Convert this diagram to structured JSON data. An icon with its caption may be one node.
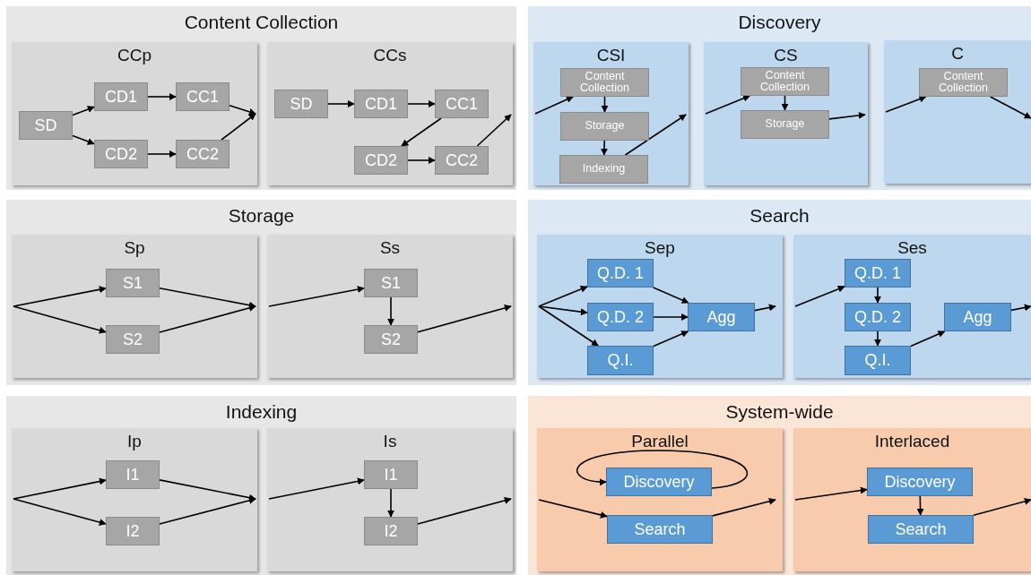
{
  "diagram": {
    "nodes": [
      {
        "text": [
          "Content Collection"
        ]
      },
      {
        "text": [
          "CCp"
        ],
        "in": 0
      },
      {
        "text": [
          "SD"
        ],
        "in": 1
      },
      {
        "text": [
          "CD1"
        ],
        "in": 1
      },
      {
        "text": [
          "CC1"
        ],
        "in": 1
      },
      {
        "text": [
          "CD2"
        ],
        "in": 1
      },
      {
        "text": [
          "CC2"
        ],
        "in": 1
      },
      {
        "text": [
          "CCs"
        ],
        "in": 0
      },
      {
        "text": [
          "SD"
        ],
        "in": 7
      },
      {
        "text": [
          "CD1"
        ],
        "in": 7
      },
      {
        "text": [
          "CC1"
        ],
        "in": 7
      },
      {
        "text": [
          "CD2"
        ],
        "in": 7
      },
      {
        "text": [
          "CC2"
        ],
        "in": 7
      },
      {
        "text": [
          "Discovery"
        ]
      },
      {
        "text": [
          "CSI"
        ],
        "in": 13
      },
      {
        "text": [
          "Content Collection"
        ],
        "in": 14
      },
      {
        "text": [
          "Storage"
        ],
        "in": 14
      },
      {
        "text": [
          "Indexing"
        ],
        "in": 14
      },
      {
        "text": [
          "CS"
        ],
        "in": 13
      },
      {
        "text": [
          "Content Collection"
        ],
        "in": 18
      },
      {
        "text": [
          "Storage"
        ],
        "in": 18
      },
      {
        "text": [
          "C"
        ],
        "in": 13
      },
      {
        "text": [
          "Content Collection"
        ],
        "in": 21
      },
      {
        "text": [
          "Storage"
        ]
      },
      {
        "text": [
          "Sp"
        ],
        "in": 23
      },
      {
        "text": [
          "S1"
        ],
        "in": 24
      },
      {
        "text": [
          "S2"
        ],
        "in": 24
      },
      {
        "text": [
          "Ss"
        ],
        "in": 23
      },
      {
        "text": [
          "S1"
        ],
        "in": 27
      },
      {
        "text": [
          "S2"
        ],
        "in": 27
      },
      {
        "text": [
          "Search"
        ]
      },
      {
        "text": [
          "Sep"
        ],
        "in": 30
      },
      {
        "text": [
          "Q.D. 1"
        ],
        "in": 31
      },
      {
        "text": [
          "Q.D. 2"
        ],
        "in": 31
      },
      {
        "text": [
          "Q.I."
        ],
        "in": 31
      },
      {
        "text": [
          "Agg"
        ],
        "in": 31
      },
      {
        "text": [
          "Ses"
        ],
        "in": 30
      },
      {
        "text": [
          "Q.D. 1"
        ],
        "in": 36
      },
      {
        "text": [
          "Q.D. 2"
        ],
        "in": 36
      },
      {
        "text": [
          "Q.I."
        ],
        "in": 36
      },
      {
        "text": [
          "Agg"
        ],
        "in": 36
      },
      {
        "text": [
          "Indexing"
        ]
      },
      {
        "text": [
          "Ip"
        ],
        "in": 41
      },
      {
        "text": [
          "I1"
        ],
        "in": 42
      },
      {
        "text": [
          "I2"
        ],
        "in": 42
      },
      {
        "text": [
          "Is"
        ],
        "in": 41
      },
      {
        "text": [
          "I1"
        ],
        "in": 45
      },
      {
        "text": [
          "I2"
        ],
        "in": 45
      },
      {
        "text": [
          "System-wide"
        ]
      },
      {
        "text": [
          "Parallel"
        ],
        "in": 48
      },
      {
        "text": [
          "Discovery"
        ],
        "in": 49
      },
      {
        "text": [
          "Search"
        ],
        "in": 49
      },
      {
        "text": [
          "Interlaced"
        ],
        "in": 48
      },
      {
        "text": [
          "Discovery"
        ],
        "in": 52
      },
      {
        "text": [
          "Search"
        ],
        "in": 52
      }
    ],
    "edges": [
      {
        "from": 2,
        "to": 3,
        "arrow": "to"
      },
      {
        "from": 2,
        "to": 5,
        "arrow": "to"
      },
      {
        "from": 3,
        "to": 4,
        "arrow": "to"
      },
      {
        "from": 5,
        "to": 6,
        "arrow": "to"
      },
      {
        "from": 4,
        "to": null,
        "arrow": "to"
      },
      {
        "from": 6,
        "to": null,
        "arrow": "to"
      },
      {
        "from": 8,
        "to": 9,
        "arrow": "to"
      },
      {
        "from": 9,
        "to": 10,
        "arrow": "to"
      },
      {
        "from": 10,
        "to": 11,
        "arrow": "to"
      },
      {
        "from": 11,
        "to": 12,
        "arrow": "to"
      },
      {
        "from": 12,
        "to": null,
        "arrow": "to"
      },
      {
        "from": null,
        "to": 15,
        "arrow": "to"
      },
      {
        "from": 15,
        "to": 16,
        "arrow": "to"
      },
      {
        "from": 16,
        "to": 17,
        "arrow": "to"
      },
      {
        "from": 17,
        "to": null,
        "arrow": "to"
      },
      {
        "from": null,
        "to": 19,
        "arrow": "to"
      },
      {
        "from": 19,
        "to": 20,
        "arrow": "to"
      },
      {
        "from": 20,
        "to": null,
        "arrow": "to"
      },
      {
        "from": null,
        "to": 22,
        "arrow": "to"
      },
      {
        "from": 22,
        "to": null,
        "arrow": "to"
      },
      {
        "from": null,
        "to": 25,
        "arrow": "to"
      },
      {
        "from": null,
        "to": 26,
        "arrow": "to"
      },
      {
        "from": 25,
        "to": null,
        "arrow": "to"
      },
      {
        "from": 26,
        "to": null,
        "arrow": "to"
      },
      {
        "from": null,
        "to": 28,
        "arrow": "to"
      },
      {
        "from": 28,
        "to": 29,
        "arrow": "to"
      },
      {
        "from": 29,
        "to": null,
        "arrow": "to"
      },
      {
        "from": null,
        "to": 32,
        "arrow": "to"
      },
      {
        "from": null,
        "to": 33,
        "arrow": "to"
      },
      {
        "from": null,
        "to": 34,
        "arrow": "to"
      },
      {
        "from": 32,
        "to": 35,
        "arrow": "to"
      },
      {
        "from": 33,
        "to": 35,
        "arrow": "to"
      },
      {
        "from": 34,
        "to": 35,
        "arrow": "to"
      },
      {
        "from": 35,
        "to": null,
        "arrow": "to"
      },
      {
        "from": null,
        "to": 37,
        "arrow": "to"
      },
      {
        "from": 37,
        "to": 38,
        "arrow": "to"
      },
      {
        "from": 38,
        "to": 39,
        "arrow": "to"
      },
      {
        "from": 39,
        "to": 40,
        "arrow": "to"
      },
      {
        "from": 40,
        "to": null,
        "arrow": "to"
      },
      {
        "from": null,
        "to": 43,
        "arrow": "to"
      },
      {
        "from": null,
        "to": 44,
        "arrow": "to"
      },
      {
        "from": 43,
        "to": null,
        "arrow": "to"
      },
      {
        "from": 44,
        "to": null,
        "arrow": "to"
      },
      {
        "from": null,
        "to": 46,
        "arrow": "to"
      },
      {
        "from": 46,
        "to": 47,
        "arrow": "to"
      },
      {
        "from": 47,
        "to": null,
        "arrow": "to"
      },
      {
        "from": 50,
        "to": 50,
        "arrow": "to"
      },
      {
        "from": null,
        "to": 51,
        "arrow": "to"
      },
      {
        "from": 51,
        "to": null,
        "arrow": "to"
      },
      {
        "from": null,
        "to": 53,
        "arrow": "to"
      },
      {
        "from": 53,
        "to": 54,
        "arrow": "to"
      },
      {
        "from": 54,
        "to": null,
        "arrow": "to"
      }
    ]
  }
}
